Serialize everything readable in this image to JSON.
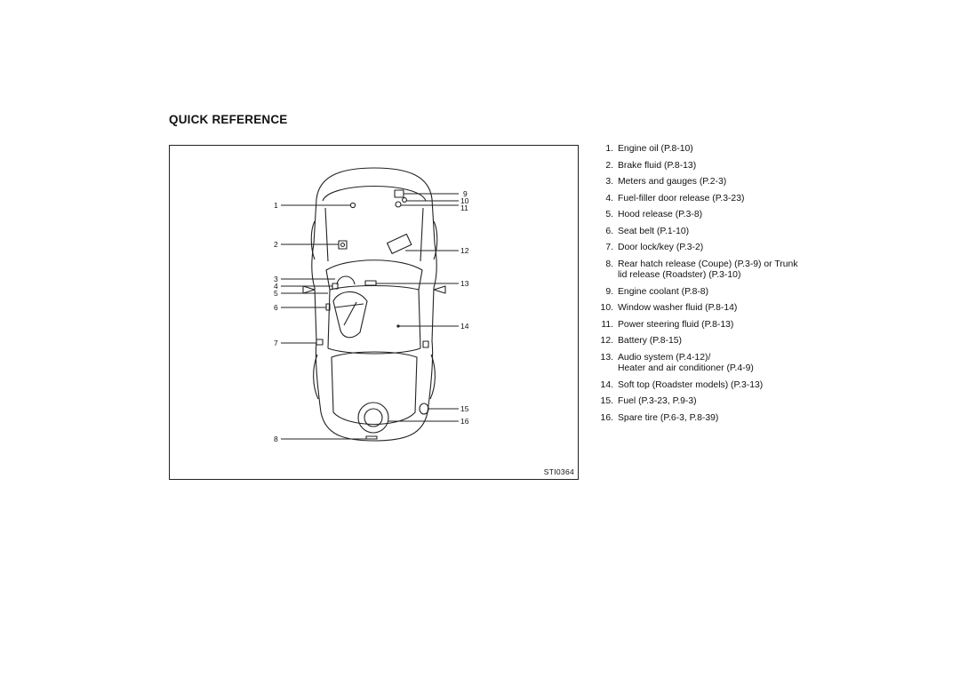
{
  "page": {
    "title": "QUICK REFERENCE"
  },
  "figure": {
    "code": "STI0364",
    "callouts": [
      "1",
      "2",
      "3",
      "4",
      "5",
      "6",
      "7",
      "8",
      "9",
      "10",
      "11",
      "12",
      "13",
      "14",
      "15",
      "16"
    ]
  },
  "items": [
    {
      "num": "1.",
      "text": "Engine oil (P.8-10)"
    },
    {
      "num": "2.",
      "text": "Brake fluid (P.8-13)"
    },
    {
      "num": "3.",
      "text": "Meters and gauges (P.2-3)"
    },
    {
      "num": "4.",
      "text": "Fuel-filler door release (P.3-23)"
    },
    {
      "num": "5.",
      "text": "Hood release (P.3-8)"
    },
    {
      "num": "6.",
      "text": "Seat belt (P.1-10)"
    },
    {
      "num": "7.",
      "text": "Door lock/key (P.3-2)"
    },
    {
      "num": "8.",
      "text": "Rear hatch release (Coupe) (P.3-9) or Trunk",
      "text2": "lid release (Roadster) (P.3-10)"
    },
    {
      "num": "9.",
      "text": "Engine coolant (P.8-8)"
    },
    {
      "num": "10.",
      "text": "Window washer fluid (P.8-14)"
    },
    {
      "num": "11.",
      "text": "Power steering fluid (P.8-13)"
    },
    {
      "num": "12.",
      "text": "Battery (P.8-15)"
    },
    {
      "num": "13.",
      "text": "Audio system (P.4-12)/",
      "text2": "Heater and air conditioner (P.4-9)"
    },
    {
      "num": "14.",
      "text": "Soft top (Roadster models) (P.3-13)"
    },
    {
      "num": "15.",
      "text": "Fuel (P.3-23, P.9-3)"
    },
    {
      "num": "16.",
      "text": "Spare tire (P.6-3, P.8-39)"
    }
  ]
}
